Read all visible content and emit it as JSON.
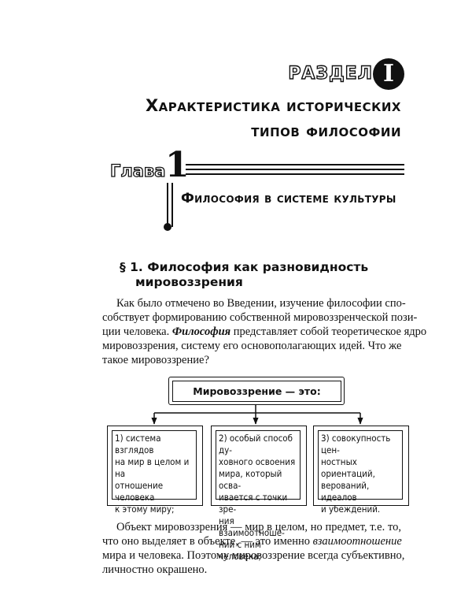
{
  "section": {
    "label": "РАЗДЕЛ",
    "number": "I",
    "title_line1": "Характеристика исторических",
    "title_line2": "типов философии"
  },
  "chapter": {
    "label": "Глава",
    "number": "1",
    "title": "Философия в системе культуры"
  },
  "paragraph": {
    "heading_line1": "§ 1. Философия как разновидность",
    "heading_line2": "мировоззрения"
  },
  "intro": {
    "line1": "Как было отмечено во Введении, изучение философии спо-",
    "line2": "собствует формированию собственной мировоззренческой пози-",
    "line3_a": "ции человека. ",
    "line3_term": "Философия",
    "line3_b": " представляет собой теоретическое ядро",
    "line4": "мировоззрения, систему его основополагающих идей. Что же",
    "line5": "такое мировоззрение?"
  },
  "diagram": {
    "header": "Мировоззрение — это:",
    "items": [
      {
        "text": "1) система взглядов\nна мир в целом и на\nотношение человека\nк этому миру;"
      },
      {
        "text": "2) особый способ ду-\nховного освоения\nмира, который осва-\nивается с точки зре-\nния взаимоотноше-\nний с ним человека;"
      },
      {
        "text": "3) совокупность цен-\nностных ориентаций,\nверований, идеалов\nи убеждений."
      }
    ]
  },
  "outro": {
    "line1": "Объект мировоззрения — мир в целом, но предмет, т.е. то,",
    "line2_a": "что оно выделяет в объекте, — это именно ",
    "line2_term": "взаимоотношение",
    "line3": "мира и человека. Поэтому мировоззрение всегда субъективно,",
    "line4": "личностно окрашено."
  }
}
